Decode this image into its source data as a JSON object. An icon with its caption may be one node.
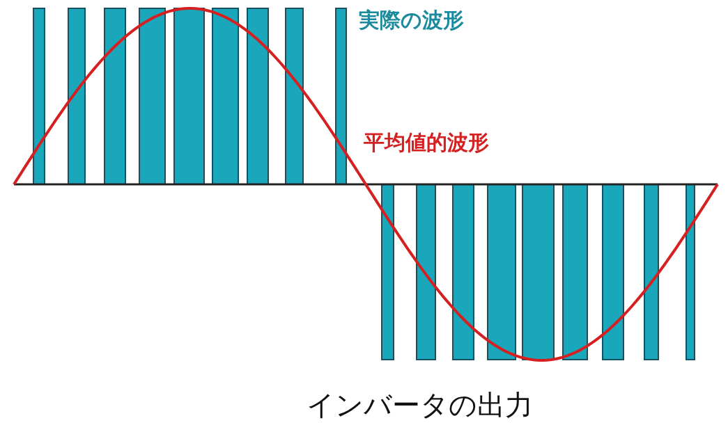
{
  "diagram": {
    "caption": "インバータの出力",
    "labels": [
      "実際の波形",
      "平均値的波形"
    ]
  }
}
